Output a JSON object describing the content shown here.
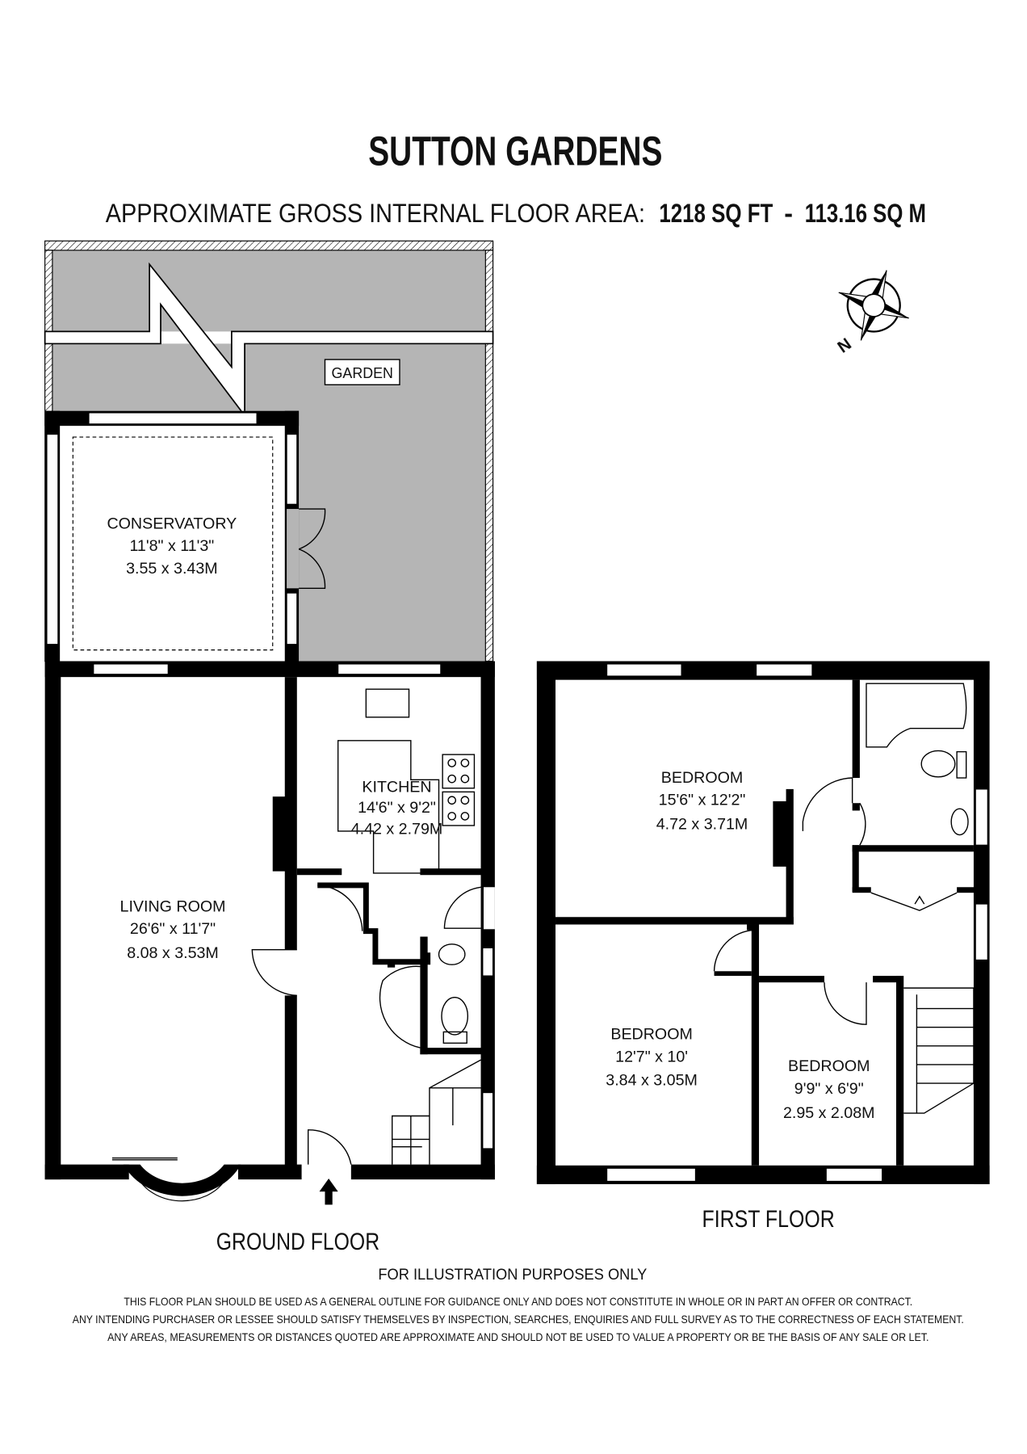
{
  "title": "SUTTON GARDENS",
  "area": {
    "label": "APPROXIMATE GROSS INTERNAL FLOOR AREA:",
    "sq_ft": "1218 SQ FT",
    "separator": "-",
    "sq_m": "113.16 SQ M"
  },
  "compass": {
    "north_label": "N"
  },
  "garden_label": "GARDEN",
  "rooms": [
    {
      "name": "CONSERVATORY",
      "imperial": "11'8\" x 11'3\"",
      "metric": "3.55 x 3.43M"
    },
    {
      "name": "KITCHEN",
      "imperial": "14'6\" x 9'2\"",
      "metric": "4.42 x 2.79M"
    },
    {
      "name": "LIVING ROOM",
      "imperial": "26'6\" x 11'7\"",
      "metric": "8.08 x 3.53M"
    },
    {
      "name": "BEDROOM",
      "imperial": "15'6\" x 12'2\"",
      "metric": "4.72 x 3.71M"
    },
    {
      "name": "BEDROOM",
      "imperial": "12'7\" x 10'",
      "metric": "3.84 x 3.05M"
    },
    {
      "name": "BEDROOM",
      "imperial": "9'9\" x 6'9\"",
      "metric": "2.95 x 2.08M"
    }
  ],
  "floors": {
    "ground": "GROUND FLOOR",
    "first": "FIRST FLOOR"
  },
  "notice": "FOR ILLUSTRATION PURPOSES ONLY",
  "disclaimer": [
    "THIS FLOOR PLAN SHOULD BE USED AS A GENERAL OUTLINE FOR GUIDANCE ONLY AND DOES NOT CONSTITUTE IN WHOLE OR IN PART AN OFFER OR CONTRACT.",
    "ANY INTENDING PURCHASER OR LESSEE SHOULD SATISFY THEMSELVES BY INSPECTION, SEARCHES, ENQUIRIES AND FULL SURVEY AS TO THE CORRECTNESS OF EACH STATEMENT.",
    "ANY AREAS, MEASUREMENTS OR DISTANCES QUOTED ARE APPROXIMATE AND SHOULD NOT BE USED TO VALUE A PROPERTY OR BE THE BASIS OF ANY SALE OR LET."
  ],
  "colors": {
    "wall": "#000000",
    "garden": "#b5b5b5",
    "background": "#ffffff"
  }
}
